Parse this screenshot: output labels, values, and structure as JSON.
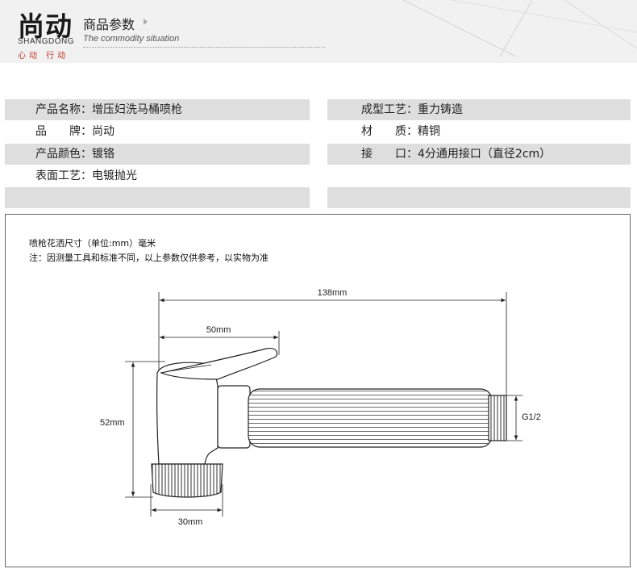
{
  "header": {
    "brand_cn": "尚动",
    "brand_en": "SHANGDONG",
    "brand_slogan": "心动 行动",
    "section_title": "商品参数",
    "section_subtitle": "The commodity situation"
  },
  "params_left": [
    {
      "text": "产品名称：增压妇洗马桶喷枪"
    },
    {
      "text": "品　　牌：尚动"
    },
    {
      "text": "产品颜色：镀铬"
    },
    {
      "text": "表面工艺：电镀抛光"
    },
    {
      "text": ""
    }
  ],
  "params_right": [
    {
      "text": "成型工艺：重力铸造"
    },
    {
      "text": "材　　质：精铜"
    },
    {
      "text": "接　　口：4分通用接口（直径2cm）"
    },
    {
      "text": ""
    },
    {
      "text": ""
    }
  ],
  "spec": {
    "note1": "喷枪花洒尺寸（单位:mm）毫米",
    "note2": "注：因测量工具和标准不同，以上参数仅供参考，以实物为准",
    "dim_total": "138mm",
    "dim_handle": "50mm",
    "dim_height": "52mm",
    "dim_base": "30mm",
    "dim_thread": "G1/2"
  }
}
